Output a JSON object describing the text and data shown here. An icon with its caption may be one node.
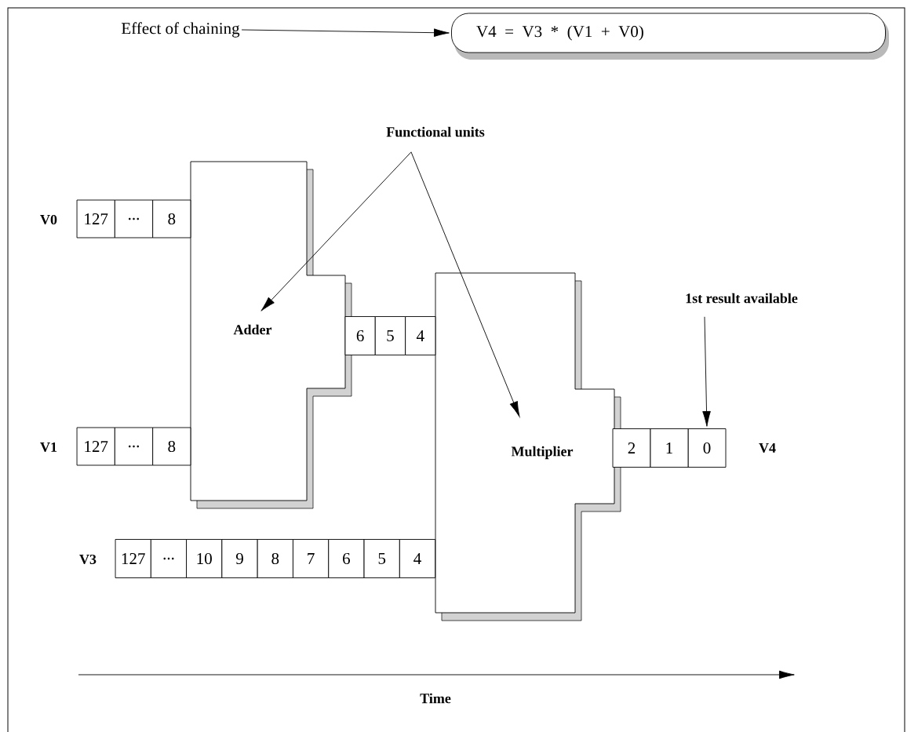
{
  "diagram": {
    "nodes": [
      {
        "text": [
          "Effect of chaining"
        ]
      },
      {
        "text": [
          "V4 = V3 * (V1 + V0)"
        ]
      },
      {
        "text": [
          "Functional units"
        ]
      },
      {
        "text": [
          "Adder"
        ]
      },
      {
        "text": [
          "Multiplier"
        ]
      },
      {
        "text": [
          "1st result available"
        ]
      },
      {
        "text": [
          "0"
        ]
      }
    ],
    "edges": [
      {
        "from": 0,
        "to": 1,
        "arrow": "to"
      },
      {
        "from": 2,
        "to": 3,
        "arrow": "to"
      },
      {
        "from": 2,
        "to": 4,
        "arrow": "to"
      },
      {
        "from": 5,
        "to": 6,
        "arrow": "to"
      }
    ],
    "labels": [
      "V0",
      "127",
      "...",
      "8",
      "6",
      "5",
      "4",
      "V1",
      "127",
      "...",
      "8",
      "2",
      "1",
      "V4",
      "V3",
      "127",
      "...",
      "10",
      "9",
      "8",
      "7",
      "6",
      "5",
      "4",
      "Time"
    ]
  }
}
